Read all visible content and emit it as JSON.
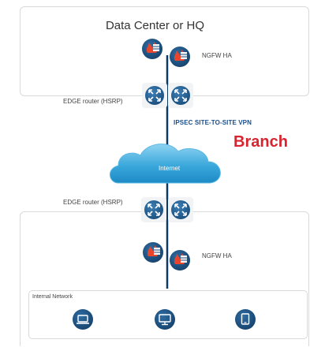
{
  "hq": {
    "title": "Data Center or HQ",
    "ngfw_label": "NGFW HA",
    "edge_label": "EDGE router (HSRP)"
  },
  "link": {
    "vpn_label": "IPSEC SITE-TO-SITE VPN"
  },
  "branch": {
    "title": "Branch",
    "edge_label": "EDGE router (HSRP)",
    "ngfw_label": "NGFW HA",
    "internal_label": "Internal Network"
  },
  "internet": {
    "label": "Internet"
  },
  "colors": {
    "device_blue": "#1b4f80",
    "firewall_red": "#e8452c",
    "cloud_blue": "#3ba8db",
    "link_line": "#0d3a64",
    "branch_red": "#d9232e"
  },
  "icons": {
    "firewall": "firewall-icon",
    "router": "router-icon",
    "cloud": "cloud-icon",
    "laptop": "laptop-icon",
    "desktop": "desktop-icon",
    "tablet": "tablet-icon"
  }
}
